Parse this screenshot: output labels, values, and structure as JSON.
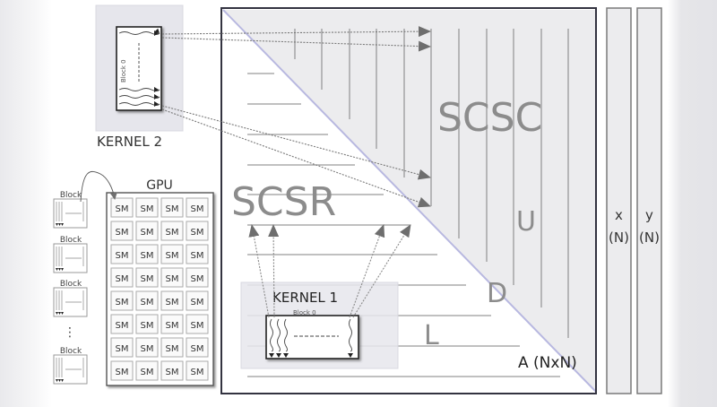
{
  "diagram": {
    "kernel2": {
      "label": "KERNEL 2",
      "block_label": "Block 0"
    },
    "kernel1": {
      "label": "KERNEL 1",
      "block_label": "Block 0"
    },
    "gpu": {
      "label": "GPU",
      "sm_label": "SM",
      "rows": 8,
      "cols": 4
    },
    "blocks": [
      {
        "label": "Block"
      },
      {
        "label": "Block"
      },
      {
        "label": "Block"
      },
      {
        "label": "Block"
      }
    ],
    "ellipsis": "⋮",
    "matrix": {
      "label": "A (NxN)",
      "upper_format": "SCSC",
      "lower_format": "SCSR",
      "upper_part": "U",
      "diagonal_part": "D",
      "lower_part": "L"
    },
    "vectors": [
      {
        "name": "x",
        "size": "(N)"
      },
      {
        "name": "y",
        "size": "(N)"
      }
    ],
    "colors": {
      "upper_fill": "#ececee",
      "diagonal": "#b8b8e0",
      "line": "#8a8a8a",
      "frame": "#333340",
      "panel": "#e6e6ec",
      "text_big": "#8c8c8c"
    }
  }
}
